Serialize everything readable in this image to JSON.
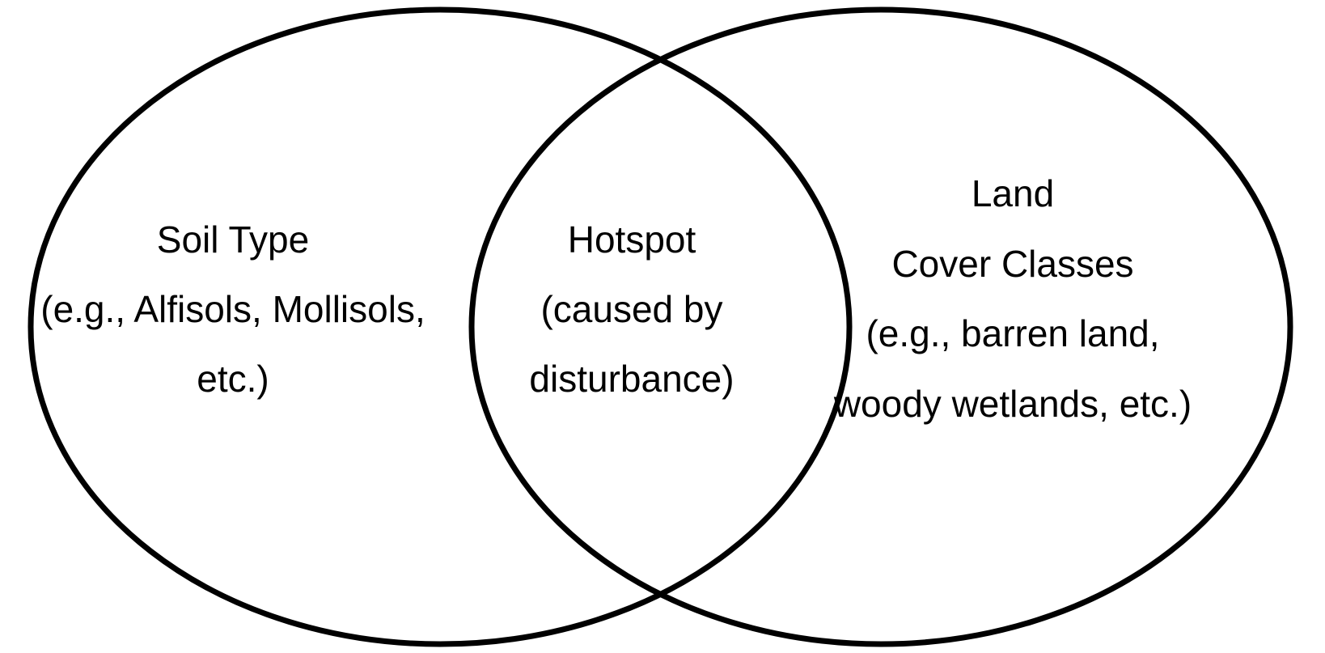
{
  "diagram": {
    "type": "venn",
    "sets": [
      {
        "id": "left",
        "lines": [
          "Soil Type",
          "(e.g., Alfisols, Mollisols,",
          "etc.)"
        ]
      },
      {
        "id": "right",
        "lines": [
          "Land",
          "Cover Classes",
          "(e.g., barren land,",
          "woody wetlands, etc.)"
        ]
      }
    ],
    "intersection": {
      "lines": [
        "Hotspot",
        "(caused by",
        "disturbance)"
      ]
    },
    "colors": {
      "stroke": "#000000",
      "text": "#000000",
      "background": "#ffffff"
    }
  }
}
